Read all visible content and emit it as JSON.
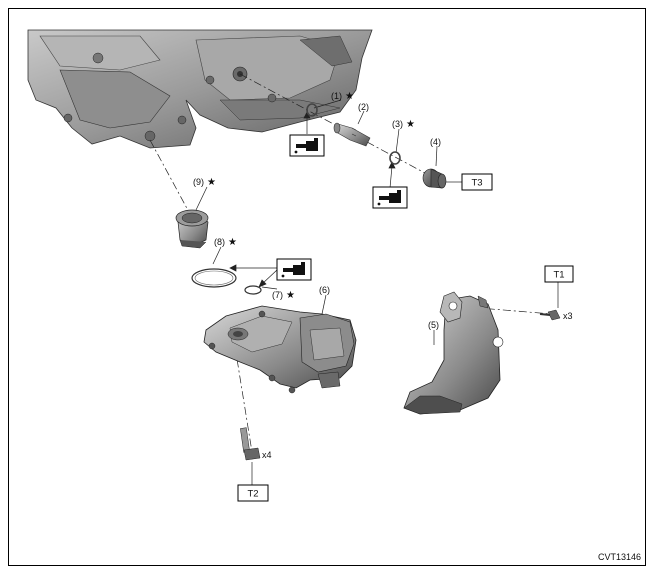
{
  "diagram": {
    "code": "CVT13146",
    "parts": [
      {
        "num": "(1)",
        "star": "★"
      },
      {
        "num": "(2)",
        "star": ""
      },
      {
        "num": "(3)",
        "star": "★"
      },
      {
        "num": "(4)",
        "star": ""
      },
      {
        "num": "(5)",
        "star": ""
      },
      {
        "num": "(6)",
        "star": ""
      },
      {
        "num": "(7)",
        "star": "★"
      },
      {
        "num": "(8)",
        "star": "★"
      },
      {
        "num": "(9)",
        "star": "★"
      }
    ],
    "torque_labels": [
      "T1",
      "T2",
      "T3"
    ],
    "quantities": {
      "t1": "x3",
      "t2": "x4"
    },
    "icons": [
      "oil-can-icon",
      "oil-can-icon",
      "oil-can-icon"
    ]
  }
}
